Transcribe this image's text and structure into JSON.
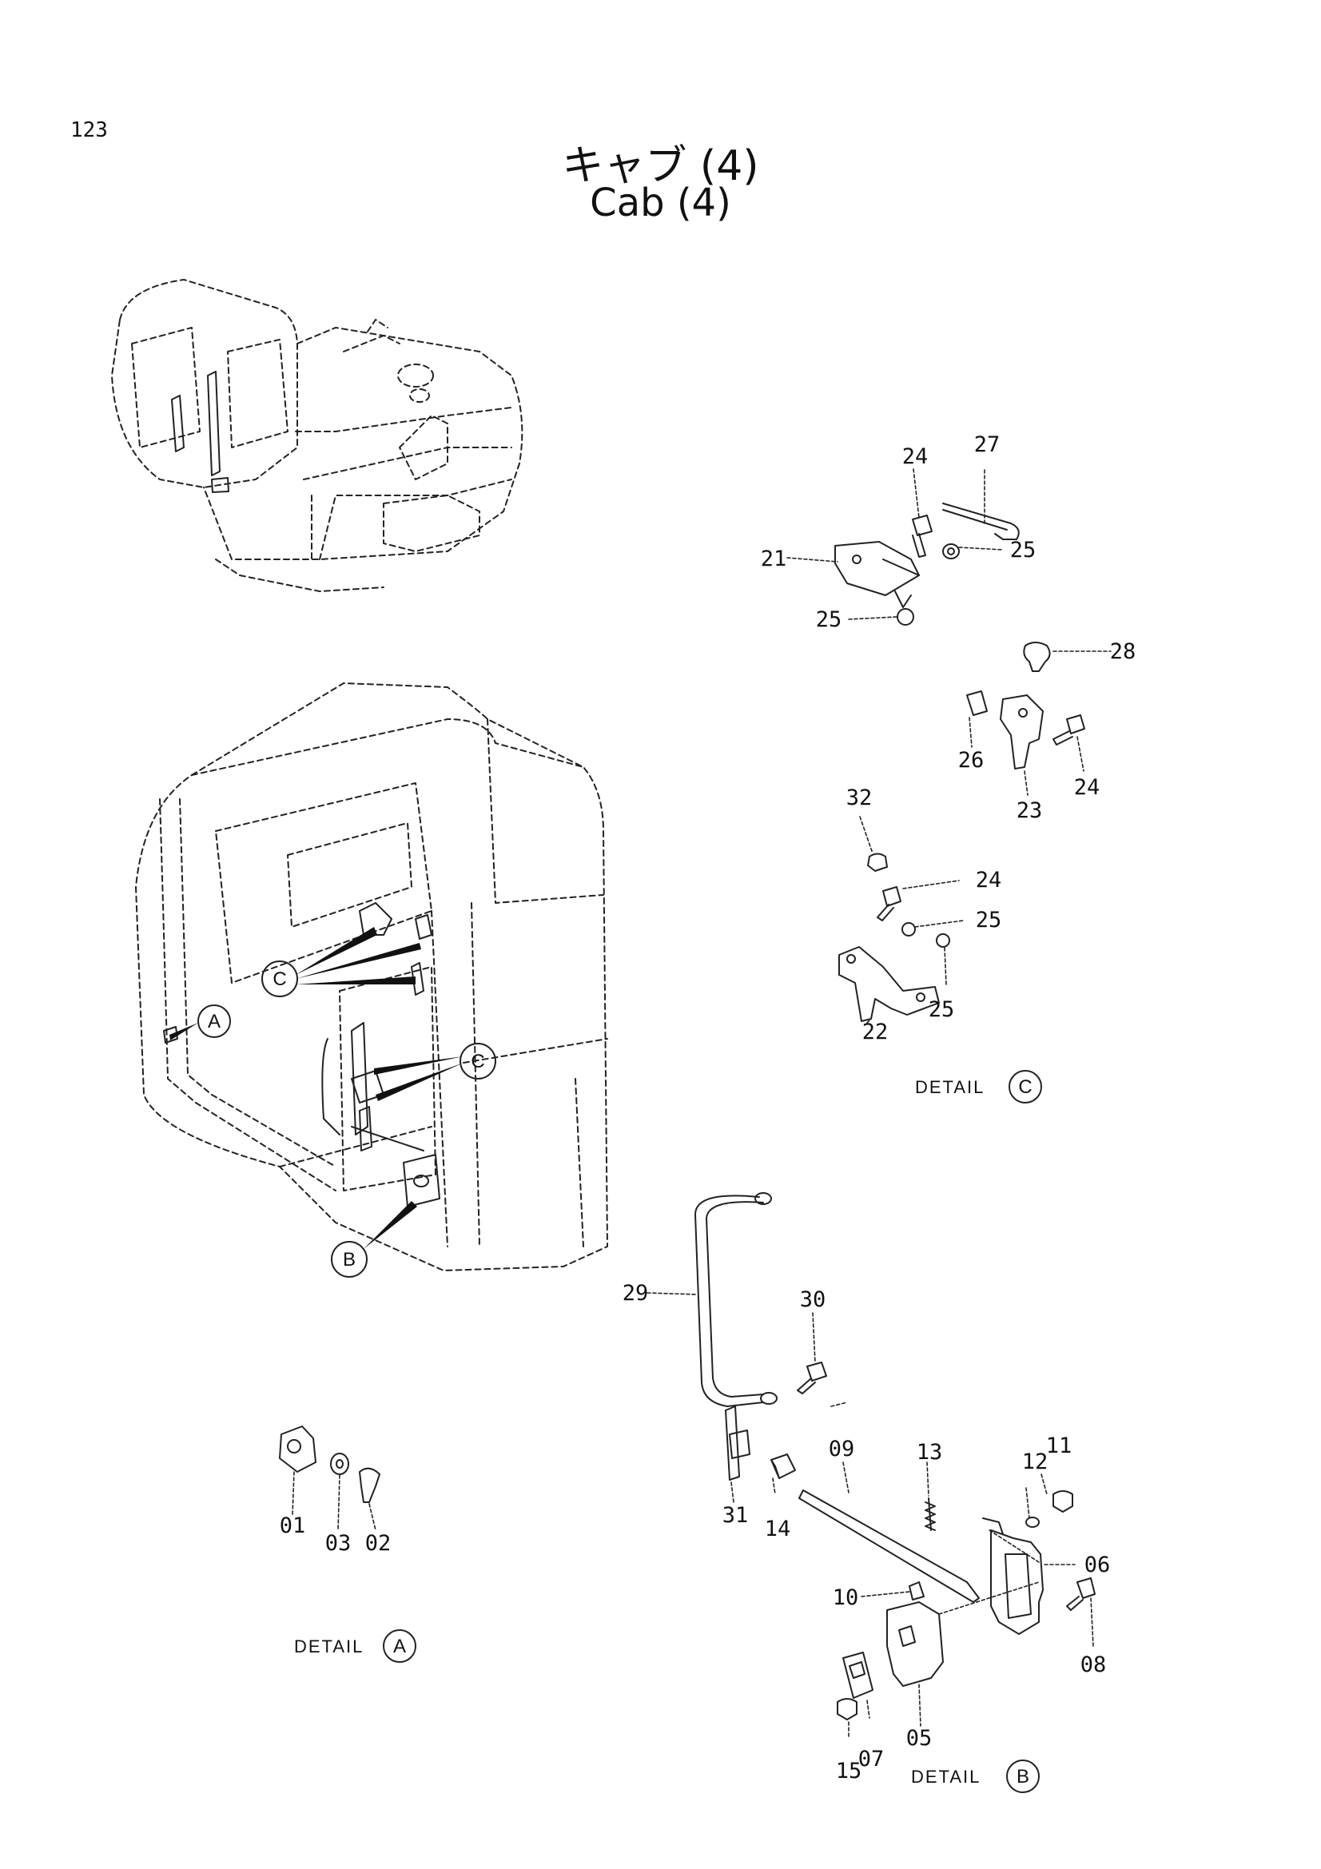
{
  "page": {
    "number": "123"
  },
  "title": {
    "japanese": "キャブ (4)",
    "english": "Cab (4)"
  },
  "callouts": {
    "a": "A",
    "b": "B",
    "c": "C"
  },
  "details": {
    "a": {
      "text": "DETAIL",
      "letter": "A"
    },
    "b": {
      "text": "DETAIL",
      "letter": "B"
    },
    "c": {
      "text": "DETAIL",
      "letter": "C"
    }
  },
  "labels": {
    "p01": "01",
    "p02": "02",
    "p03": "03",
    "p05": "05",
    "p06": "06",
    "p07": "07",
    "p08": "08",
    "p09": "09",
    "p10": "10",
    "p11": "11",
    "p12": "12",
    "p13": "13",
    "p14": "14",
    "p15": "15",
    "p21": "21",
    "p22": "22",
    "p23": "23",
    "p24": "24",
    "p25": "25",
    "p26": "26",
    "p27": "27",
    "p28": "28",
    "p29": "29",
    "p30": "30",
    "p31": "31",
    "p32": "32"
  }
}
